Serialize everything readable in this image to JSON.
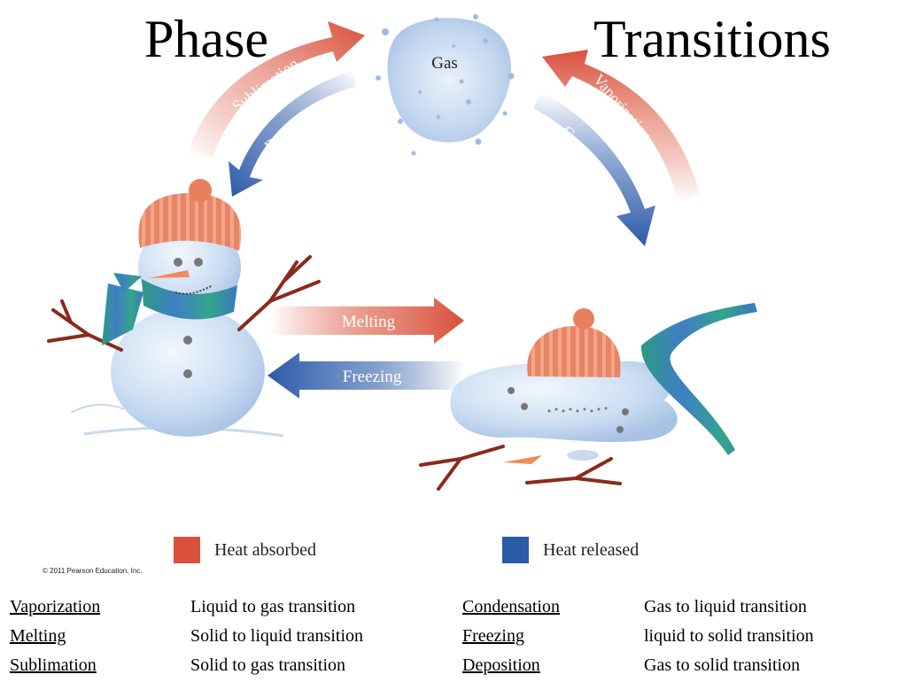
{
  "title": {
    "left": "Phase",
    "right": "Transitions"
  },
  "diagram": {
    "gas_label": "Gas",
    "arrows": {
      "sublimation": "Sublimation",
      "deposition": "Deposition",
      "vaporization": "Vaporization",
      "condensation": "Condensation",
      "melting": "Melting",
      "freezing": "Freezing"
    },
    "colors": {
      "heat_absorbed": "#d9503c",
      "heat_released": "#2b5aa8"
    }
  },
  "legend": {
    "absorbed_label": "Heat absorbed",
    "released_label": "Heat released"
  },
  "copyright": "© 2011 Pearson Education, Inc.",
  "definitions": [
    {
      "term": "Vaporization",
      "text": "Liquid to gas transition",
      "term2": "Condensation",
      "text2": "Gas to liquid transition"
    },
    {
      "term": "Melting",
      "text": "Solid to liquid transition",
      "term2": "Freezing",
      "text2": "liquid to solid transition"
    },
    {
      "term": "Sublimation",
      "text": "Solid to gas transition",
      "term2": "Deposition",
      "text2": "Gas to solid transition"
    }
  ]
}
